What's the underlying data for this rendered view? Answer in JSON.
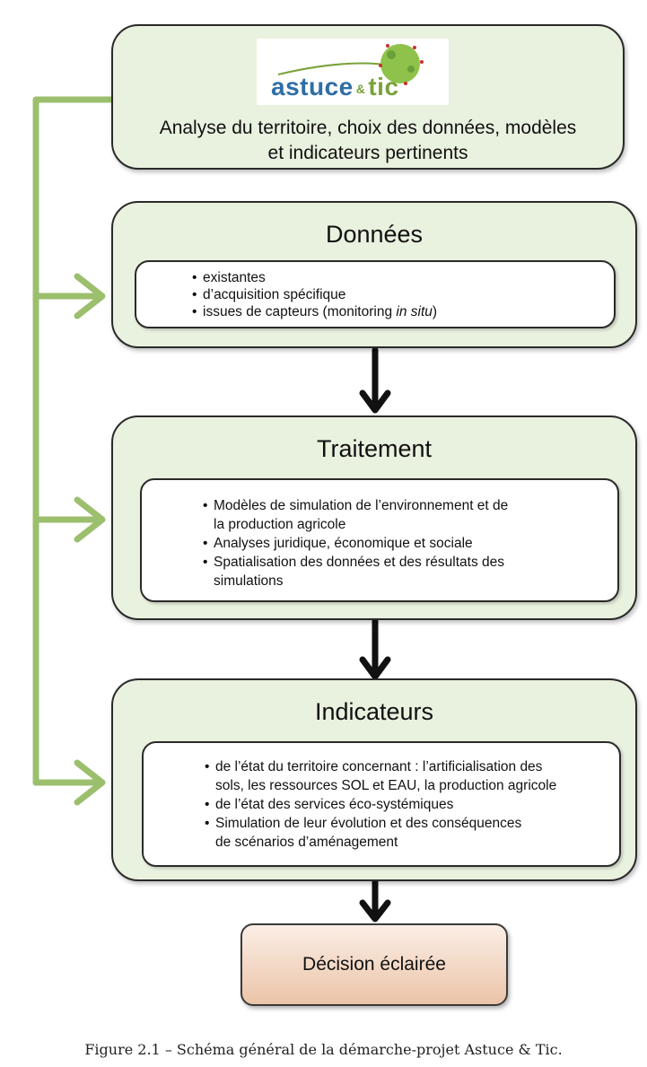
{
  "logo": {
    "word": "astuce",
    "amp": "&",
    "tic": "tic"
  },
  "top_box": {
    "text_line1": "Analyse du territoire, choix des données, modèles",
    "text_line2": "et indicateurs pertinents"
  },
  "donnees": {
    "title": "Données",
    "items": [
      "existantes",
      "d’acquisition spécifique",
      "issues de capteurs (monitoring ",
      "in situ",
      ")"
    ]
  },
  "traitement": {
    "title": "Traitement",
    "items": [
      [
        "Modèles de simulation de l’environnement et de",
        "la production agricole"
      ],
      [
        "Analyses juridique, économique et sociale"
      ],
      [
        "Spatialisation des données et des résultats des",
        "simulations"
      ]
    ]
  },
  "indicateurs": {
    "title": "Indicateurs",
    "items": [
      [
        "de l’état du territoire concernant : l’artificialisation des",
        "sols, les ressources SOL et EAU, la production agricole"
      ],
      [
        "de l’état des services éco-systémiques"
      ],
      [
        "Simulation de leur évolution et des conséquences",
        "de scénarios d’aménagement"
      ]
    ]
  },
  "decision": {
    "label": "Décision éclairée"
  },
  "caption": "Figure 2.1 – Schéma général de la démarche-projet Astuce & Tic.",
  "colors": {
    "box_fill": "#e9f1df",
    "feedback_arrow": "#9cbf6e",
    "flow_arrow": "#111111",
    "decision_fill": "#ebc4a8"
  }
}
